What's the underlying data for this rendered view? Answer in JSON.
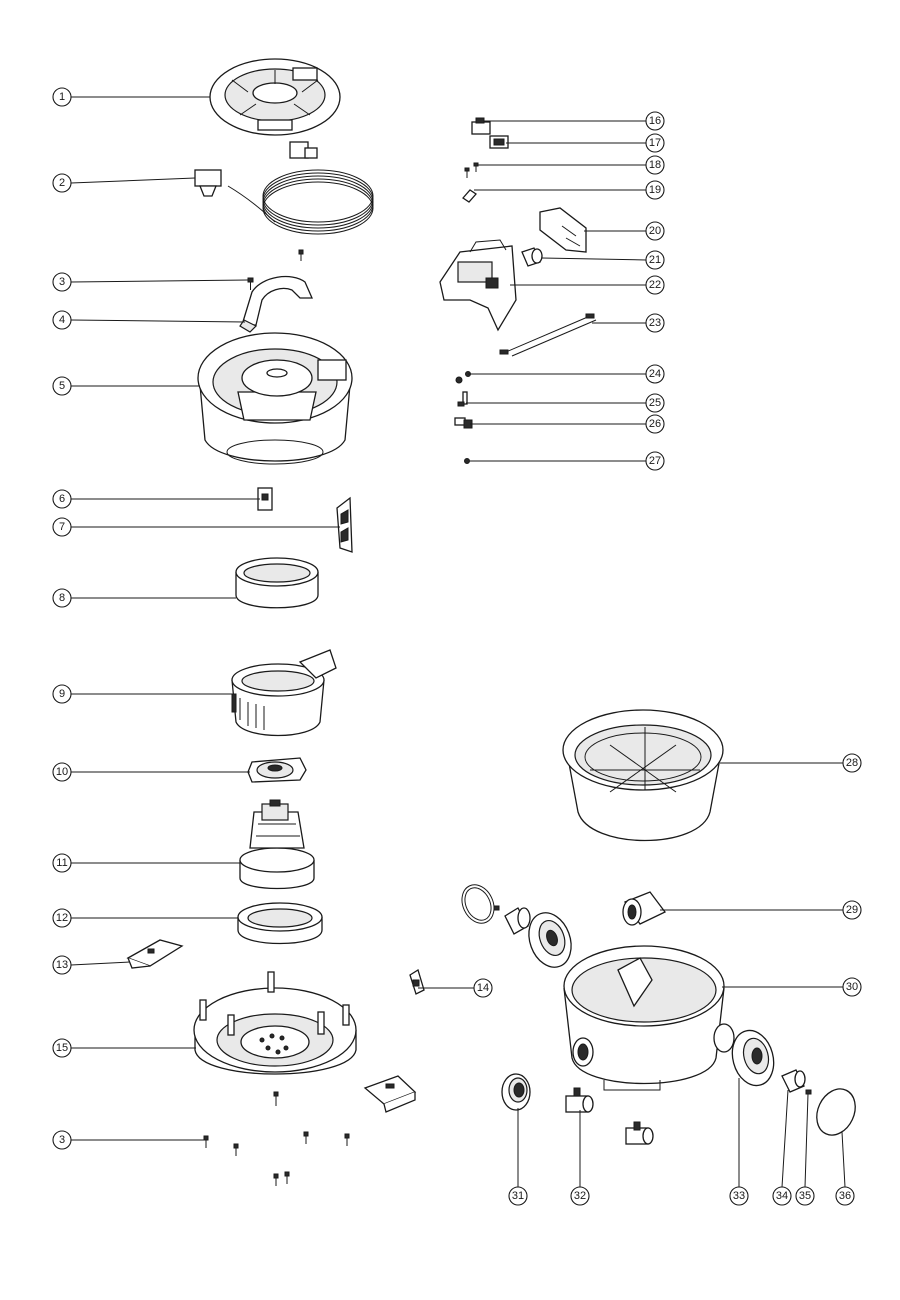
{
  "callouts": [
    "1",
    "2",
    "3",
    "4",
    "5",
    "6",
    "7",
    "8",
    "9",
    "10",
    "11",
    "12",
    "13",
    "14",
    "15",
    "16",
    "17",
    "18",
    "19",
    "20",
    "21",
    "22",
    "23",
    "24",
    "25",
    "26",
    "27",
    "28",
    "29",
    "30",
    "31",
    "32",
    "33",
    "34",
    "35",
    "36",
    "3"
  ]
}
